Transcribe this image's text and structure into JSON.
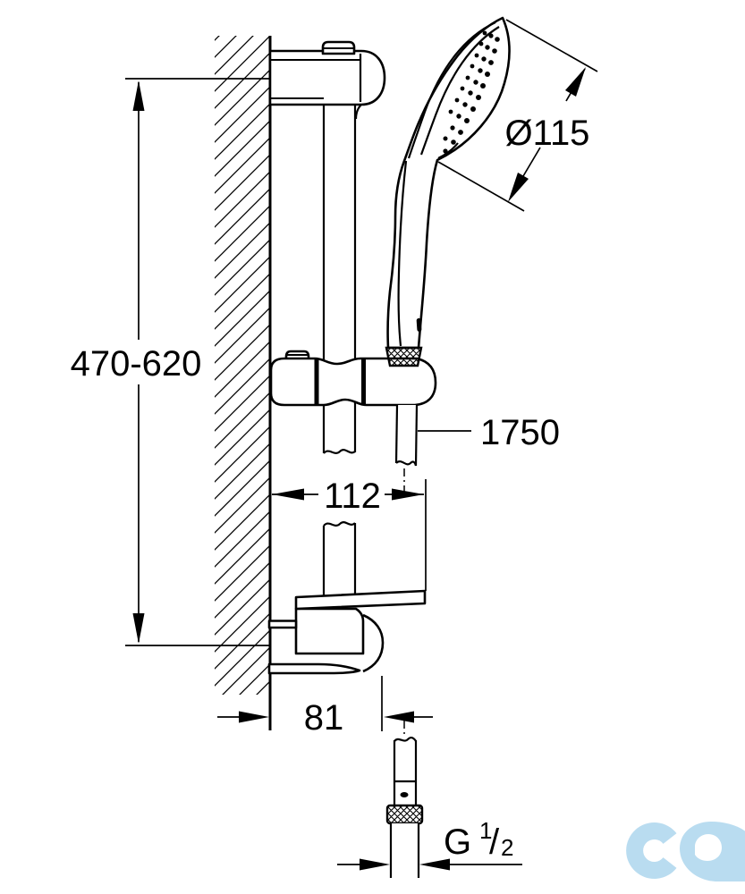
{
  "drawing": {
    "kind": "shower-rail-set-dimension-drawing",
    "dimensions": {
      "rail_height_range": "470-620",
      "head_diameter": "Ø115",
      "hose_length": "1750",
      "wall_offset_top": "112",
      "wall_offset_bottom": "81",
      "thread": {
        "prefix": "G",
        "numerator": "1",
        "slash": "/",
        "denominator": "2"
      }
    },
    "colors": {
      "line": "#000000",
      "background": "#ffffff",
      "watermark": "#b9dcf0"
    },
    "watermark_icon": "cd-logo"
  }
}
